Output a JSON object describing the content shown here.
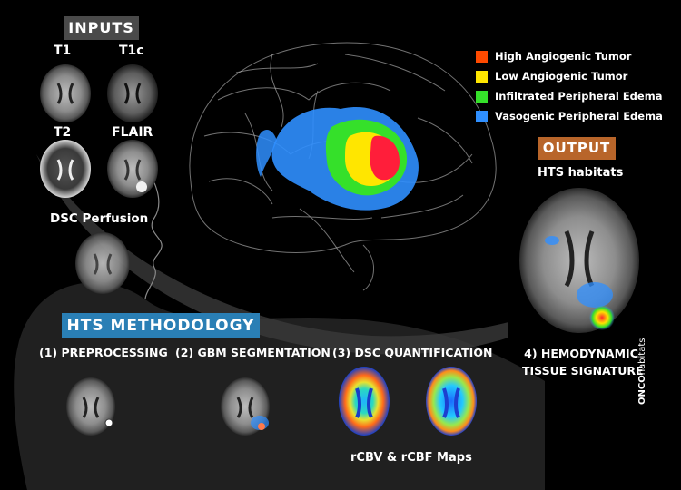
{
  "inputs": {
    "title": "INPUTS",
    "t1": "T1",
    "t1c": "T1c",
    "t2": "T2",
    "flair": "FLAIR",
    "dsc": "DSC Perfusion"
  },
  "output": {
    "title": "OUTPUT",
    "subtitle": "HTS habitats"
  },
  "legend": [
    {
      "label": "High Angiogenic Tumor",
      "color": "#ff4a00"
    },
    {
      "label": "Low Angiogenic Tumor",
      "color": "#ffe600"
    },
    {
      "label": "Infiltrated Peripheral Edema",
      "color": "#35e02a"
    },
    {
      "label": "Vasogenic Peripheral Edema",
      "color": "#2f8fff"
    }
  ],
  "methodology": {
    "title": "HTS METHODOLOGY",
    "step1": "(1) PREPROCESSING",
    "step2": "(2) GBM SEGMENTATION",
    "step3": "(3) DSC QUANTIFICATION",
    "step4_line1": "4) HEMODYNAMIC",
    "step4_line2": "TISSUE SIGNATURE",
    "maps_caption": "rCBV & rCBF Maps"
  },
  "brand": {
    "bold": "ONCO",
    "light": "habitats"
  },
  "colors": {
    "inputs_badge": "#4a4a4a",
    "output_badge": "#b8652a",
    "methodology_badge": "#2a7fb5"
  }
}
